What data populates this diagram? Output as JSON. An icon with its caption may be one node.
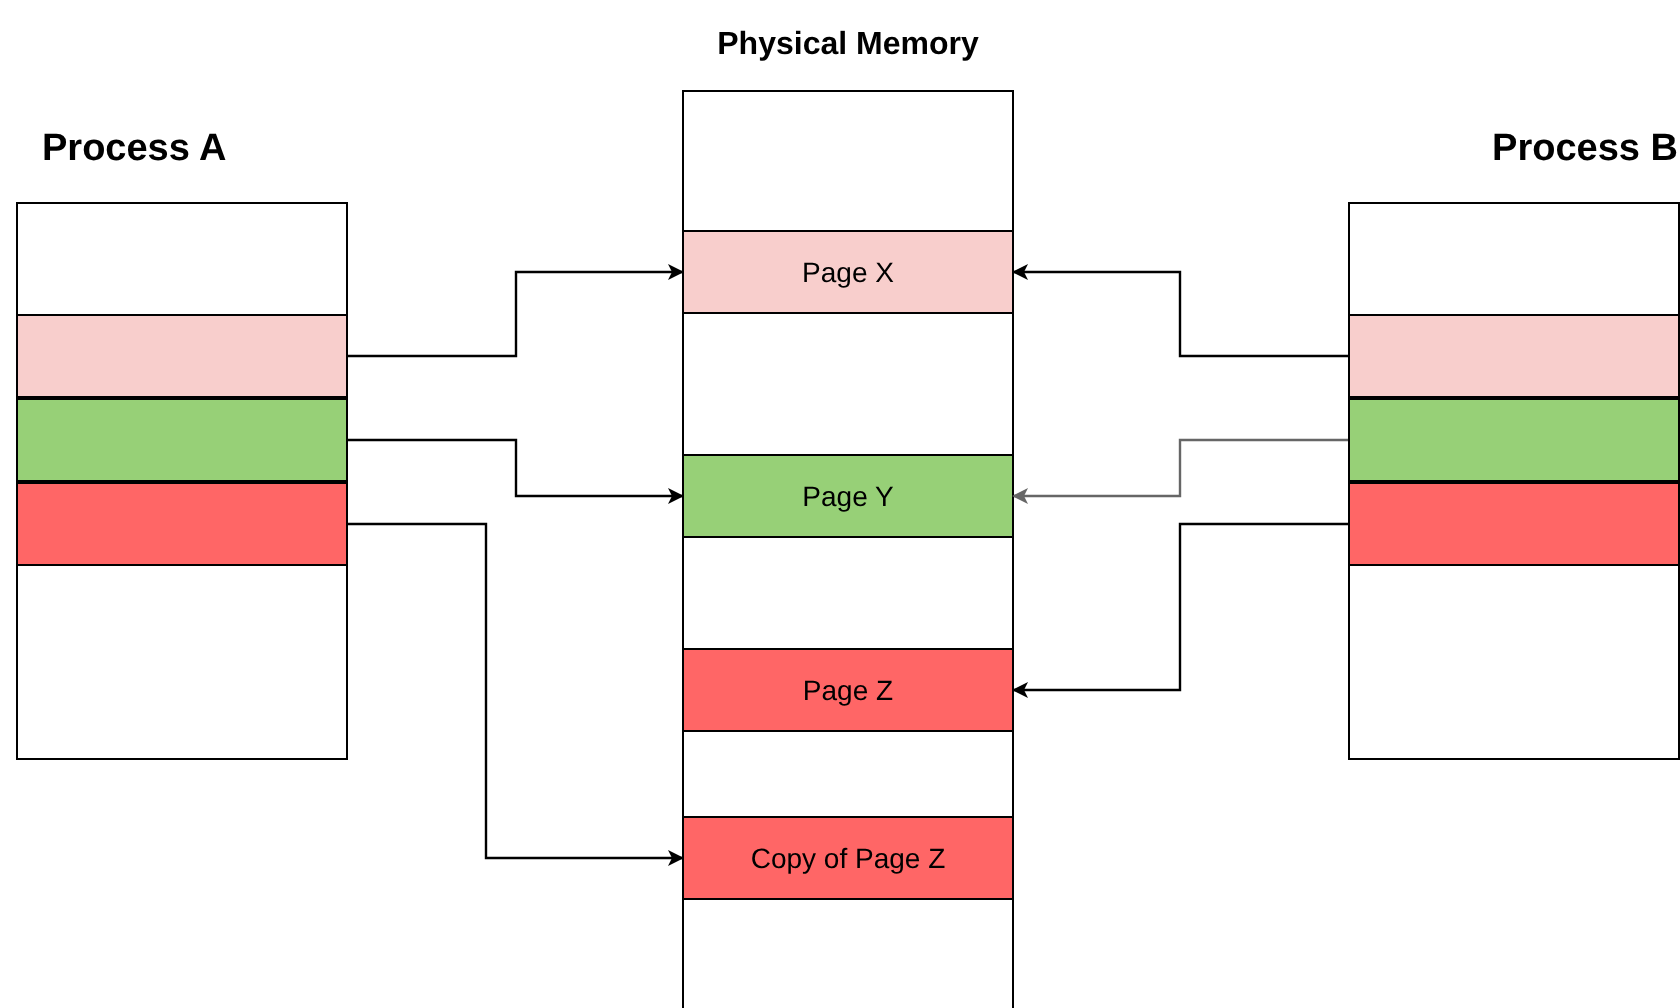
{
  "diagram": {
    "nodes": [
      {
        "text": [
          "Process A"
        ]
      },
      {
        "text": [],
        "shape": "box",
        "in": 0
      },
      {
        "text": [],
        "shape": "box",
        "in": 0
      },
      {
        "text": [],
        "shape": "box",
        "in": 0
      },
      {
        "text": [
          "Physical Memory"
        ]
      },
      {
        "text": [
          "Page X"
        ],
        "in": 4
      },
      {
        "text": [
          "Page Y"
        ],
        "in": 4
      },
      {
        "text": [
          "Page Z"
        ],
        "in": 4
      },
      {
        "text": [
          "Copy of Page Z"
        ],
        "in": 4
      },
      {
        "text": [
          "Process B"
        ]
      },
      {
        "text": [],
        "shape": "box",
        "in": 9
      },
      {
        "text": [],
        "shape": "box",
        "in": 9
      },
      {
        "text": [],
        "shape": "box",
        "in": 9
      }
    ],
    "edges": [
      {
        "from": 1,
        "to": 5,
        "arrow": "to"
      },
      {
        "from": 2,
        "to": 6,
        "arrow": "to"
      },
      {
        "from": 3,
        "to": 8,
        "arrow": "to"
      },
      {
        "from": 10,
        "to": 5,
        "arrow": "to"
      },
      {
        "from": 11,
        "to": 6,
        "arrow": "to",
        "color": "#666666"
      },
      {
        "from": 12,
        "to": 7,
        "arrow": "to"
      }
    ]
  }
}
